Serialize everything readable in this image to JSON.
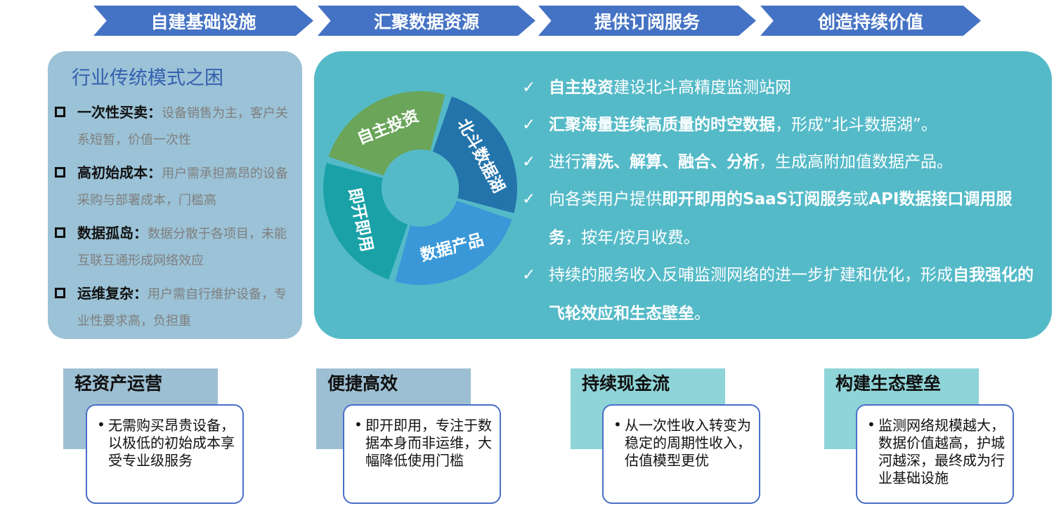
{
  "flow_steps": [
    "自建基础设施",
    "汇聚数据资源",
    "提供订阅服务",
    "创造持续价值"
  ],
  "pain_panel": {
    "title": "行业传统模式之困",
    "items": [
      {
        "head": "一次性买卖：",
        "desc": "设备销售为主，客户关系短暂，价值一次性"
      },
      {
        "head": "高初始成本：",
        "desc": "用户需承担高昂的设备采购与部署成本，门槛高"
      },
      {
        "head": "数据孤岛：",
        "desc": "数据分散于各项目，未能互联互通形成网络效应"
      },
      {
        "head": "运维复杂：",
        "desc": "用户需自行维护设备，专业性要求高，负担重"
      }
    ]
  },
  "cycle": [
    {
      "label": "自主投资",
      "color": "#6aa55a"
    },
    {
      "label": "北斗数据湖",
      "color": "#2374ab"
    },
    {
      "label": "数据产品",
      "color": "#3a98d8"
    },
    {
      "label": "即开即用",
      "color": "#1aa1a8"
    }
  ],
  "check_icon": "✓",
  "points": [
    [
      {
        "t": "自主投资",
        "b": true
      },
      {
        "t": "建设北斗高精度监测站网",
        "b": false
      }
    ],
    [
      {
        "t": "汇聚海量连续高质量的时空数据",
        "b": true
      },
      {
        "t": "，形成“北斗数据湖”。",
        "b": false
      }
    ],
    [
      {
        "t": "进行",
        "b": false
      },
      {
        "t": "清洗、解算、融合、分析",
        "b": true
      },
      {
        "t": "，生成高附加值数据产品。",
        "b": false
      }
    ],
    [
      {
        "t": "向各类用户提供",
        "b": false
      },
      {
        "t": "即开即用的SaaS订阅服务",
        "b": true
      },
      {
        "t": "或",
        "b": false
      },
      {
        "t": "API数据接口调用服务",
        "b": true
      },
      {
        "t": "，按年/按月收费。",
        "b": false
      }
    ],
    [
      {
        "t": "持续的服务收入反哺监测网络的进一步扩建和优化，形成",
        "b": false
      },
      {
        "t": "自我强化的飞轮效应和生态壁垒",
        "b": true
      },
      {
        "t": "。",
        "b": false
      }
    ]
  ],
  "benefits": [
    {
      "title": "轻资产运营",
      "desc": "无需购买昂贵设备，以极低的初始成本享受专业级服务",
      "color": "#9dbfd3"
    },
    {
      "title": "便捷高效",
      "desc": "即开即用，专注于数据本身而非运维，大幅降低使用门槛",
      "color": "#9dbfd3"
    },
    {
      "title": "持续现金流",
      "desc": "从一次性收入转变为稳定的周期性收入，估值模型更优",
      "color": "#8fd4d8"
    },
    {
      "title": "构建生态壁垒",
      "desc": "监测网络规模越大，数据价值越高，护城河越深，最终成为行业基础设施",
      "color": "#8fd4d8"
    }
  ],
  "bullet_icon": "•",
  "colors": {
    "chevron": "#4472c4",
    "main_panel": "#55bac8",
    "pain_panel": "#9bc2d6"
  }
}
